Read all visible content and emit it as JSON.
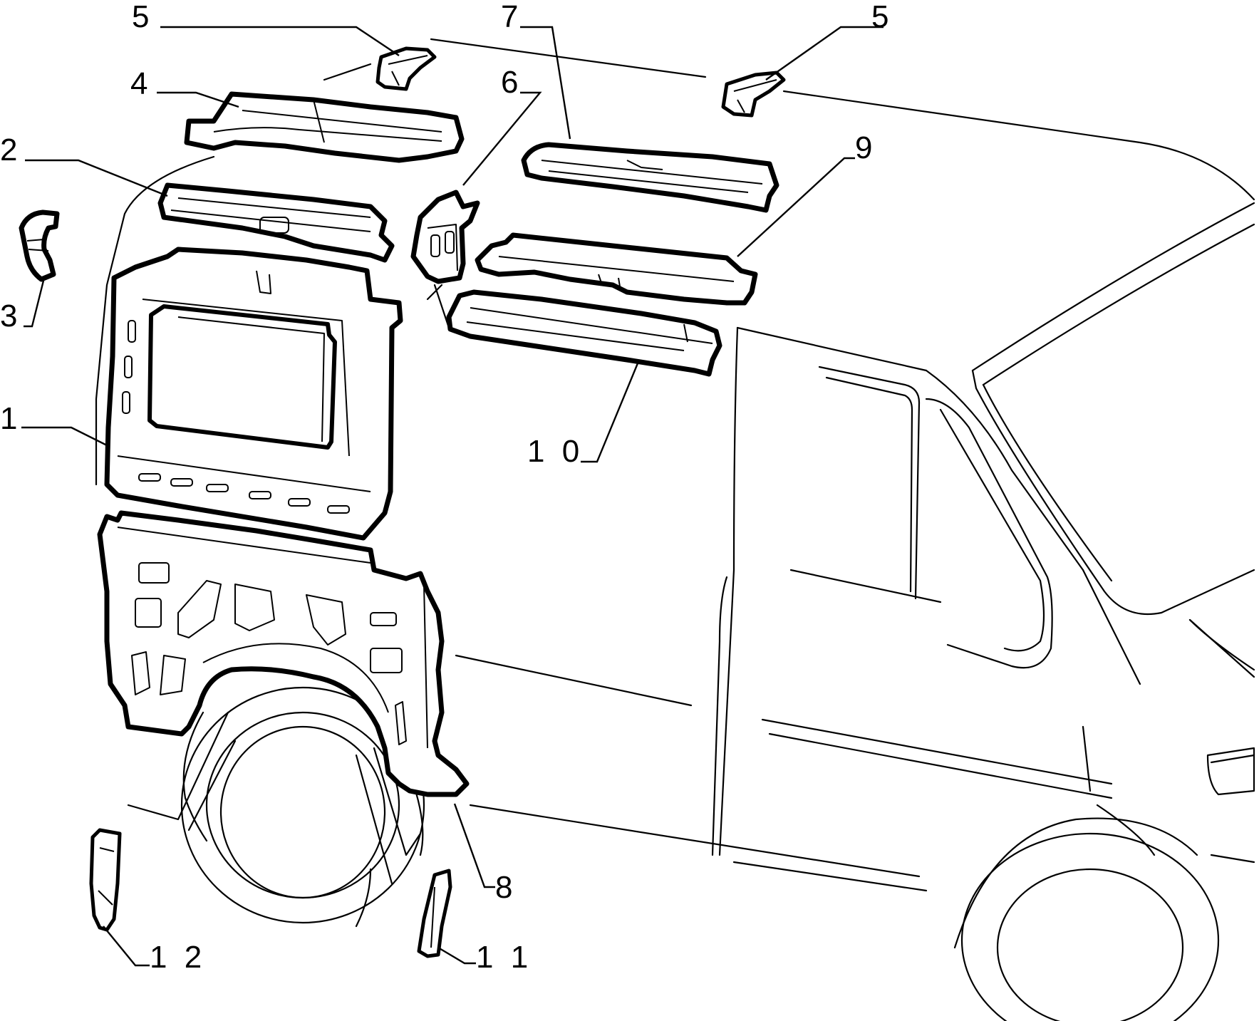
{
  "callouts": {
    "c1": "1",
    "c2": "2",
    "c3": "3",
    "c4": "4",
    "c5a": "5",
    "c5b": "5",
    "c6": "6",
    "c7": "7",
    "c8": "8",
    "c9": "9",
    "c10": "1 0",
    "c11": "1 1",
    "c12": "1 2"
  }
}
